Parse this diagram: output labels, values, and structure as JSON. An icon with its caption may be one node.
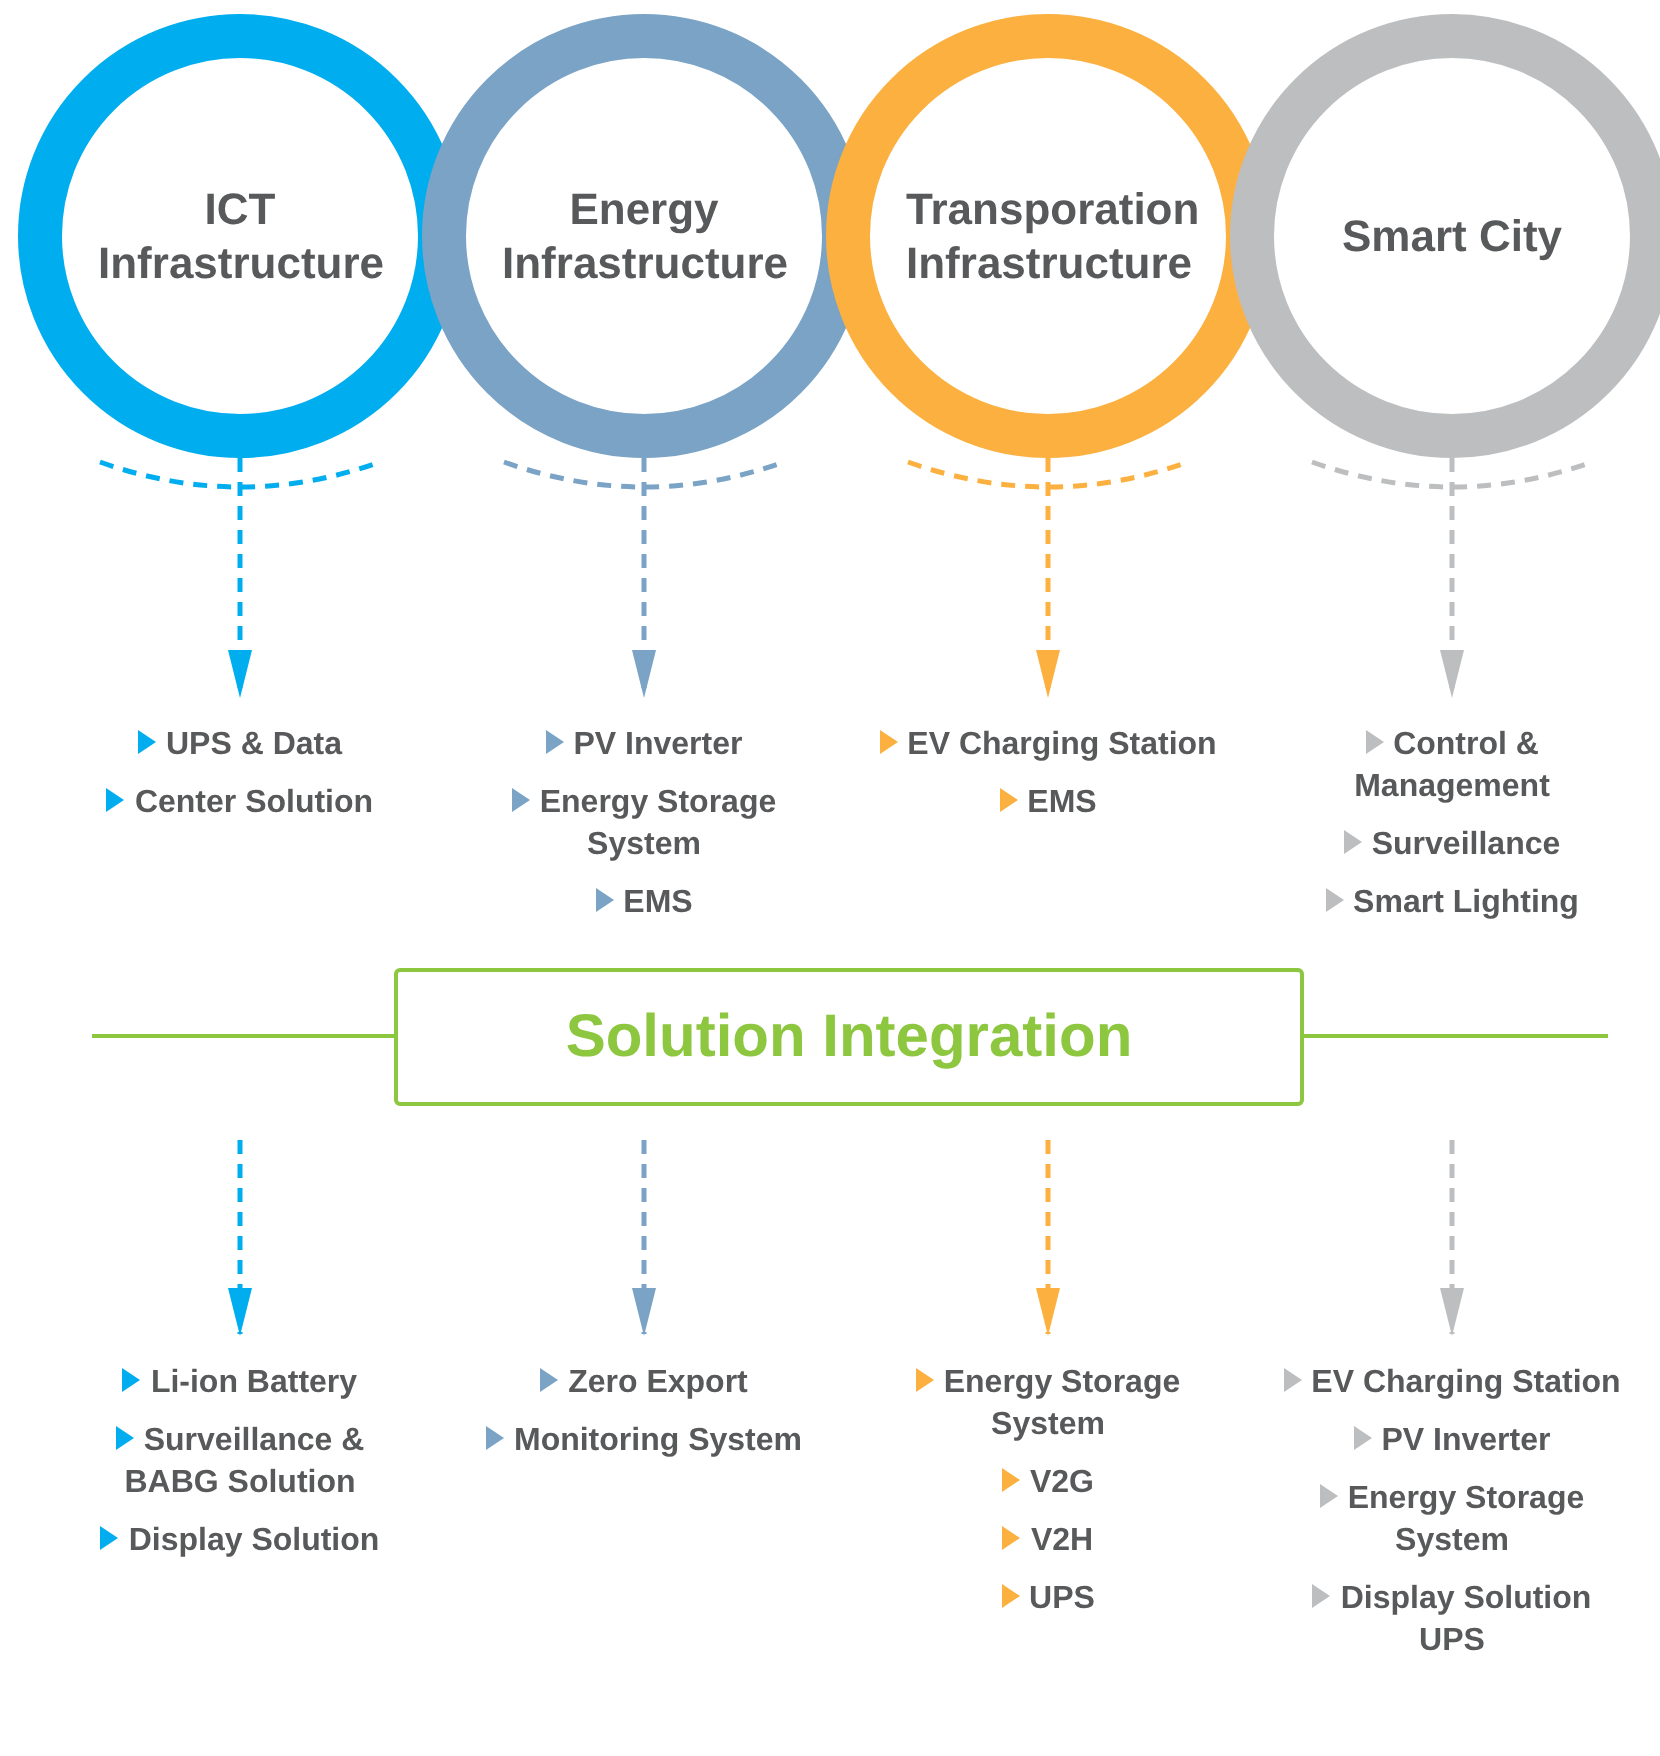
{
  "diagram": {
    "nodes": [
      {
        "text": [
          "ICT Infrastructure"
        ]
      },
      {
        "text": [
          "Energy Infrastructure"
        ]
      },
      {
        "text": [
          "Transporation Infrastructure"
        ]
      },
      {
        "text": [
          "Smart City"
        ]
      },
      {
        "text": [
          "UPS & Data",
          "Center Solution"
        ]
      },
      {
        "text": [
          "PV Inverter",
          "Energy Storage System",
          "EMS"
        ]
      },
      {
        "text": [
          "EV Charging Station",
          "EMS"
        ]
      },
      {
        "text": [
          "Control & Management",
          "Surveillance",
          "Smart Lighting"
        ]
      },
      {
        "text": [
          "Solution Integration"
        ]
      },
      {
        "text": [
          "Li-ion Battery",
          "Surveillance & BABG Solution",
          "Display Solution"
        ]
      },
      {
        "text": [
          "Zero Export",
          "Monitoring System"
        ]
      },
      {
        "text": [
          "Energy Storage System",
          "V2G",
          "V2H",
          "UPS"
        ]
      },
      {
        "text": [
          "EV Charging Station",
          "PV Inverter",
          "Energy Storage System",
          "Display Solution UPS"
        ]
      }
    ],
    "edges": [
      {
        "from": 0,
        "to": 4,
        "arrow": "to",
        "style": "dashed",
        "color": "#00aeef"
      },
      {
        "from": 1,
        "to": 5,
        "arrow": "to",
        "style": "dashed",
        "color": "#7aa3c6"
      },
      {
        "from": 2,
        "to": 6,
        "arrow": "to",
        "style": "dashed",
        "color": "#fbb040"
      },
      {
        "from": 3,
        "to": 7,
        "arrow": "to",
        "style": "dashed",
        "color": "#bcbec0"
      },
      {
        "from": null,
        "to": 9,
        "arrow": "to",
        "style": "dashed",
        "color": "#00aeef"
      },
      {
        "from": null,
        "to": 10,
        "arrow": "to",
        "style": "dashed",
        "color": "#7aa3c6"
      },
      {
        "from": null,
        "to": 11,
        "arrow": "to",
        "style": "dashed",
        "color": "#fbb040"
      },
      {
        "from": null,
        "to": 12,
        "arrow": "to",
        "style": "dashed",
        "color": "#bcbec0"
      }
    ]
  }
}
